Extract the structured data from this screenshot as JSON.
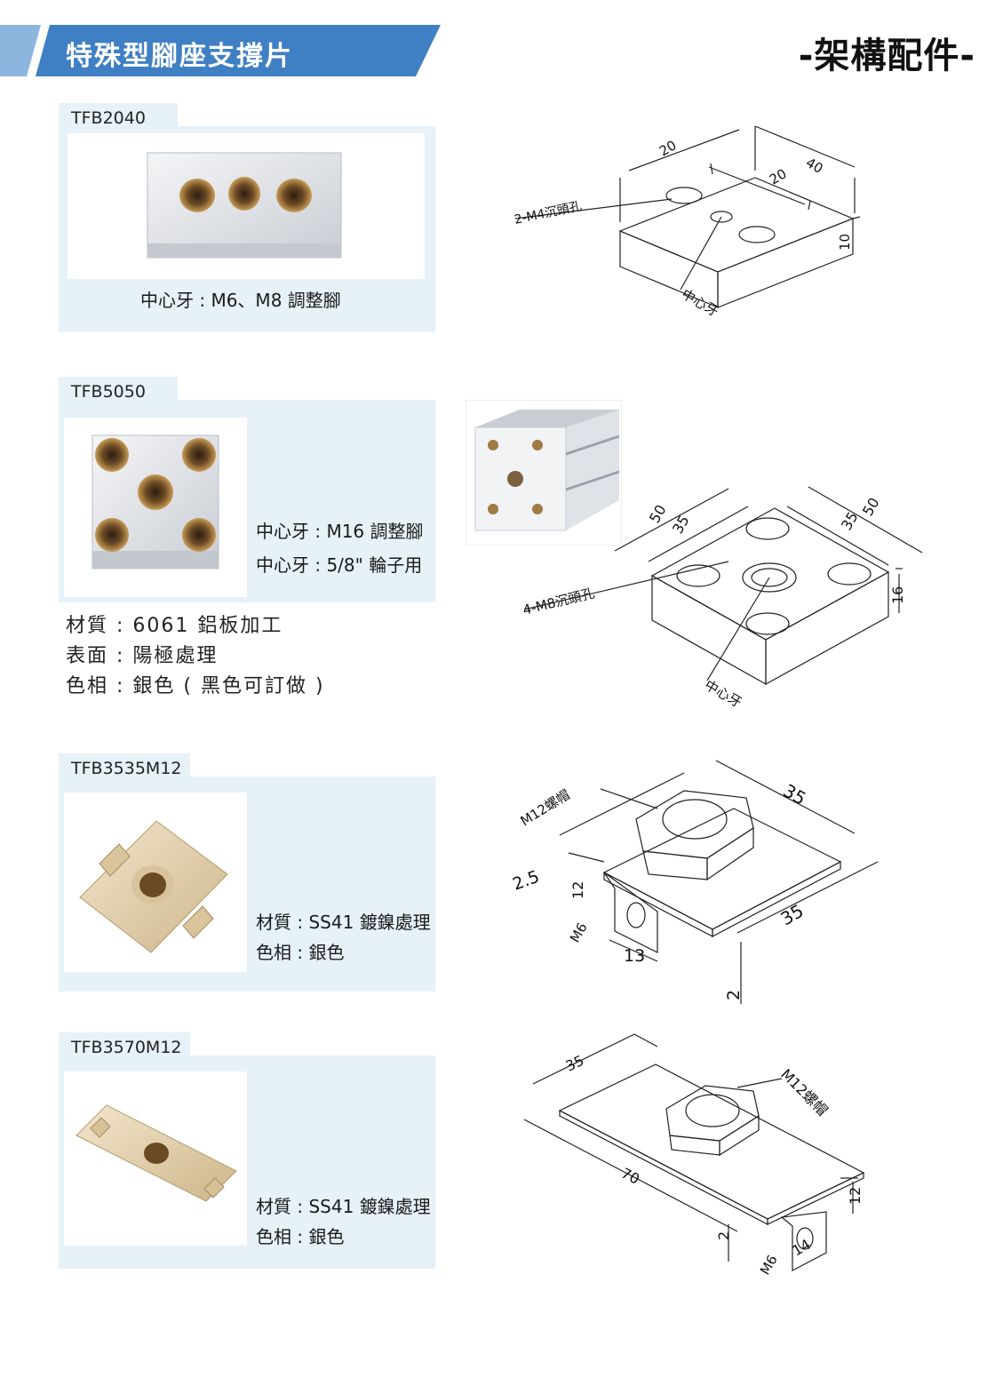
{
  "header": {
    "title": "特殊型腳座支撐片",
    "category": "-架構配件-",
    "colors": {
      "banner": "#3f7fc4",
      "banner_light": "#8db6df",
      "panel": "#e6f1f8"
    }
  },
  "products": [
    {
      "code": "TFB2040",
      "captions": [
        "中心牙 : M6、M8 調整腳"
      ],
      "drawing": {
        "labels": [
          "20",
          "40",
          "20",
          "10",
          "2-M4沉頭孔",
          "中心牙"
        ]
      }
    },
    {
      "code": "TFB5050",
      "captions": [
        "中心牙 : M16 調整腳",
        "中心牙 : 5/8\" 輪子用"
      ],
      "drawing": {
        "labels": [
          "50",
          "35",
          "50",
          "35",
          "16",
          "4-M8沉頭孔",
          "中心牙"
        ]
      }
    },
    {
      "code": "TFB3535M12",
      "captions": [
        "材質 : SS41 鍍鎳處理",
        "色相 : 銀色"
      ],
      "drawing": {
        "labels": [
          "M12螺帽",
          "35",
          "2.5",
          "12",
          "35",
          "M6",
          "13",
          "2"
        ]
      }
    },
    {
      "code": "TFB3570M12",
      "captions": [
        "材質 : SS41 鍍鎳處理",
        "色相 : 銀色"
      ],
      "drawing": {
        "labels": [
          "35",
          "M12螺帽",
          "70",
          "2",
          "12",
          "M6",
          "14"
        ]
      }
    }
  ],
  "specs": [
    "材質 : 6061 鋁板加工",
    "表面 : 陽極處理",
    "色相 : 銀色 ( 黑色可訂做 )"
  ]
}
